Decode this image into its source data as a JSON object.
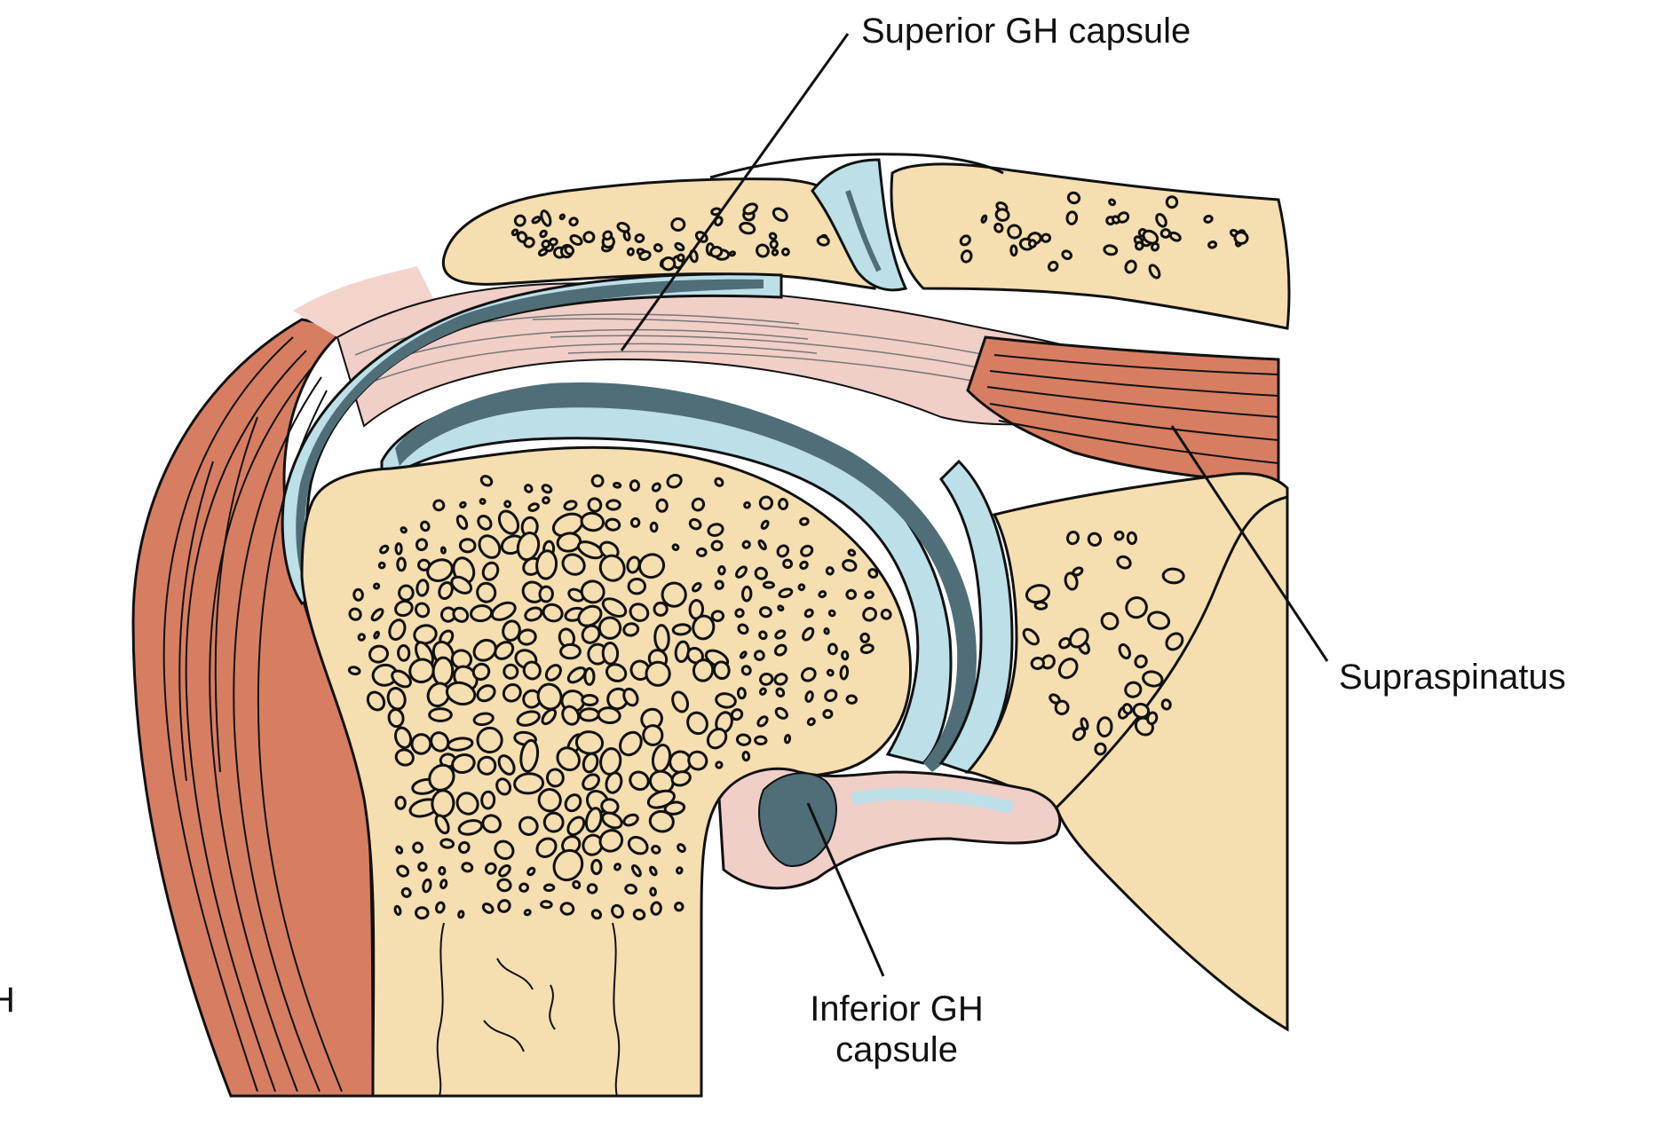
{
  "labels": {
    "superior": "Superior GH capsule",
    "supraspinatus": "Supraspinatus",
    "inferior_line1": "Inferior GH",
    "inferior_line2": "capsule",
    "edge_mark": "H"
  },
  "colors": {
    "bone": "#f5deb0",
    "muscle": "#d77e62",
    "cartilage": "#bddfe8",
    "synovial_dark": "#4f6e77",
    "ligament_pink": "#f0cfc9",
    "outline": "#111111",
    "background": "#ffffff"
  }
}
